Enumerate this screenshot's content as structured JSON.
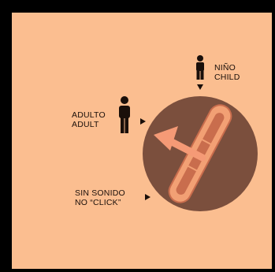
{
  "labels": {
    "child_es": "NIÑO",
    "child_en": "CHILD",
    "adult_es": "ADULTO",
    "adult_en": "ADULT",
    "nosound_es": "SIN SONIDO",
    "nosound_en": "NO “CLICK”"
  },
  "icons": {
    "child": "person-icon",
    "adult": "person-icon",
    "arrow": "arrow-icon"
  },
  "colors": {
    "border": "#000000",
    "panel": "#fbbe90",
    "dial": "#7b4f3d",
    "slot": "#f2a074",
    "slot_inner": "#c96d4d",
    "arrow": "#f59a76",
    "text": "#1a0f0a"
  }
}
